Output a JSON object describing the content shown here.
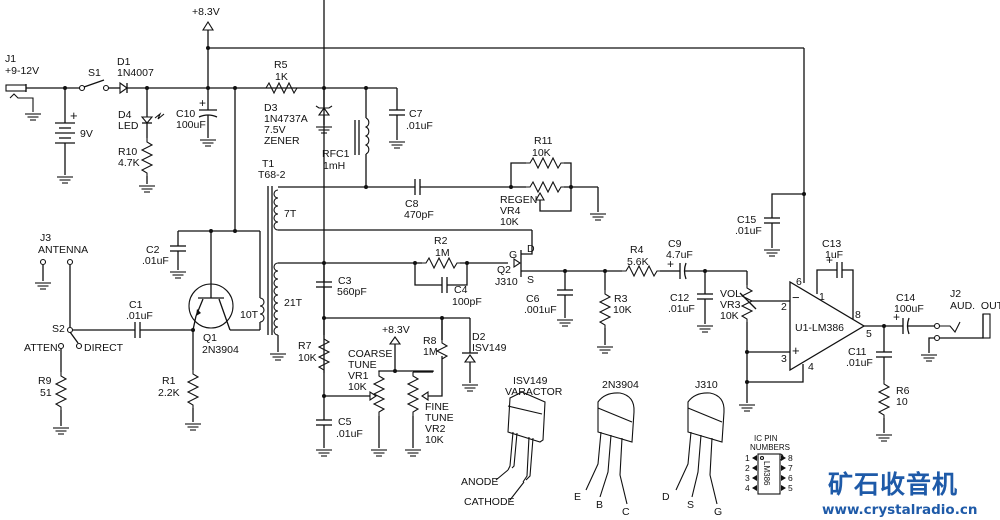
{
  "title": "Regenerative shortwave receiver schematic",
  "rails": {
    "vplus": "+8.3V"
  },
  "power": {
    "j1": {
      "ref": "J1",
      "value": "+9-12V"
    },
    "s1": {
      "ref": "S1"
    },
    "battery": {
      "value": "9V"
    },
    "d1": {
      "ref": "D1",
      "value": "1N4007"
    },
    "d4": {
      "ref": "D4",
      "value": "LED"
    },
    "r10": {
      "ref": "R10",
      "value": "4.7K"
    },
    "c10": {
      "ref": "C10",
      "value": "100uF"
    },
    "r5": {
      "ref": "R5",
      "value": "1K"
    },
    "d3": {
      "ref": "D3",
      "value": "1N4737A",
      "value2": "7.5V",
      "value3": "ZENER"
    },
    "c7": {
      "ref": "C7",
      "value": ".01uF"
    },
    "rfc1": {
      "ref": "RFC1",
      "value": "1mH"
    }
  },
  "front_end": {
    "j3": {
      "ref": "J3",
      "value": "ANTENNA"
    },
    "s2": {
      "ref": "S2",
      "pos_a": "ATTEN.",
      "pos_b": "DIRECT"
    },
    "r9": {
      "ref": "R9",
      "value": "51"
    },
    "c1": {
      "ref": "C1",
      "value": ".01uF"
    },
    "c2": {
      "ref": "C2",
      "value": ".01uF"
    },
    "r1": {
      "ref": "R1",
      "value": "2.2K"
    },
    "q1": {
      "ref": "Q1",
      "value": "2N3904"
    },
    "t1": {
      "ref": "T1",
      "value": "T68-2",
      "w1": "7T",
      "w2": "21T",
      "w3": "10T"
    }
  },
  "detector": {
    "c8": {
      "ref": "C8",
      "value": "470pF"
    },
    "r11": {
      "ref": "R11",
      "value": "10K"
    },
    "vr4": {
      "ref": "VR4",
      "name": "REGEN",
      "value": "10K"
    },
    "r2": {
      "ref": "R2",
      "value": "1M"
    },
    "c4": {
      "ref": "C4",
      "value": "100pF"
    },
    "c3": {
      "ref": "C3",
      "value": "560pF"
    },
    "q2": {
      "ref": "Q2",
      "value": "J310",
      "pin_g": "G",
      "pin_d": "D",
      "pin_s": "S"
    },
    "c6": {
      "ref": "C6",
      "value": ".001uF"
    },
    "r3": {
      "ref": "R3",
      "value": "10K"
    },
    "r4": {
      "ref": "R4",
      "value": "5.6K"
    },
    "d2": {
      "ref": "D2",
      "value": "ISV149"
    },
    "r7": {
      "ref": "R7",
      "value": "10K"
    },
    "r8": {
      "ref": "R8",
      "value": "1M"
    },
    "c5": {
      "ref": "C5",
      "value": ".01uF"
    },
    "vr1": {
      "ref": "VR1",
      "name1": "COARSE",
      "name2": "TUNE",
      "value": "10K"
    },
    "vr2": {
      "ref": "VR2",
      "name1": "FINE",
      "name2": "TUNE",
      "value": "10K"
    }
  },
  "audio": {
    "c9": {
      "ref": "C9",
      "value": "4.7uF"
    },
    "c12": {
      "ref": "C12",
      "value": ".01uF"
    },
    "vr3": {
      "ref": "VR3",
      "name": "VOL",
      "value": "10K"
    },
    "c15": {
      "ref": "C15",
      "value": ".01uF"
    },
    "c13": {
      "ref": "C13",
      "value": "1uF"
    },
    "u1": {
      "ref": "U1-LM386",
      "pins": [
        "1",
        "2",
        "3",
        "4",
        "5",
        "6",
        "8"
      ],
      "minus": "−",
      "plus": "+"
    },
    "c14": {
      "ref": "C14",
      "value": "100uF"
    },
    "c11": {
      "ref": "C11",
      "value": ".01uF"
    },
    "r6": {
      "ref": "R6",
      "value": "10"
    },
    "j2": {
      "ref": "J2",
      "value": "AUD.  OUT"
    }
  },
  "pinouts": {
    "isv149": {
      "title1": "ISV149",
      "title2": "VARACTOR",
      "pin1": "ANODE",
      "pin2": "CATHODE"
    },
    "n3904": {
      "title": "2N3904",
      "pins": [
        "E",
        "B",
        "C"
      ]
    },
    "j310": {
      "title": "J310",
      "pins": [
        "D",
        "S",
        "G"
      ]
    },
    "ic": {
      "title1": "IC PIN",
      "title2": "NUMBERS",
      "chip": "LM386",
      "left": [
        "1",
        "2",
        "3",
        "4"
      ],
      "right": [
        "8",
        "7",
        "6",
        "5"
      ]
    }
  },
  "watermark": {
    "cn": "矿石收音机",
    "url": "www.crystalradio.cn",
    "color": "#1e5aa8"
  }
}
